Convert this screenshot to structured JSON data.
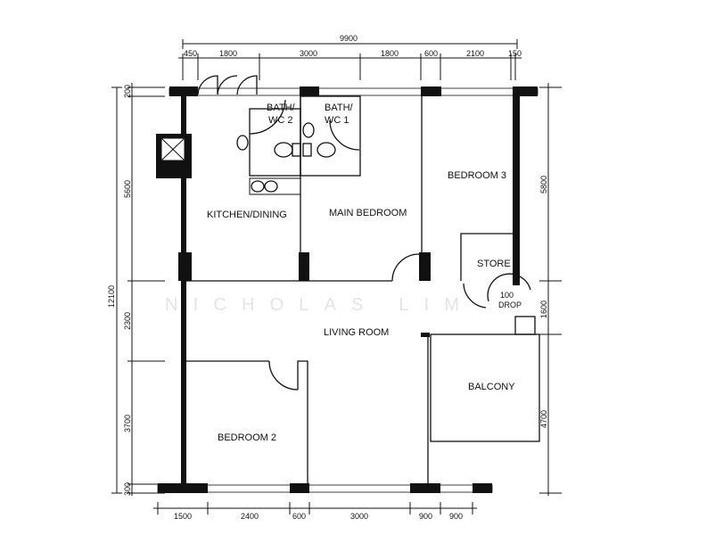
{
  "watermark": "NICHOLAS LIM",
  "rooms": {
    "bath_wc2": [
      "BATH/",
      "WC 2"
    ],
    "bath_wc1": [
      "BATH/",
      "WC 1"
    ],
    "bedroom3": "BEDROOM 3",
    "kitchen_dining": "KITCHEN/DINING",
    "main_bedroom": "MAIN BEDROOM",
    "store": "STORE",
    "drop": [
      "100",
      "DROP"
    ],
    "living_room": "LIVING ROOM",
    "balcony": "BALCONY",
    "bedroom2": "BEDROOM 2"
  },
  "dimensions": {
    "top_total": "9900",
    "top": [
      "450",
      "1800",
      "3000",
      "1800",
      "600",
      "2100",
      "150"
    ],
    "bottom": [
      "1500",
      "2400",
      "600",
      "3000",
      "900",
      "900"
    ],
    "left_total": "12100",
    "left": [
      "200",
      "5600",
      "2300",
      "3700",
      "300"
    ],
    "right": [
      "5800",
      "1600",
      "4700"
    ]
  }
}
